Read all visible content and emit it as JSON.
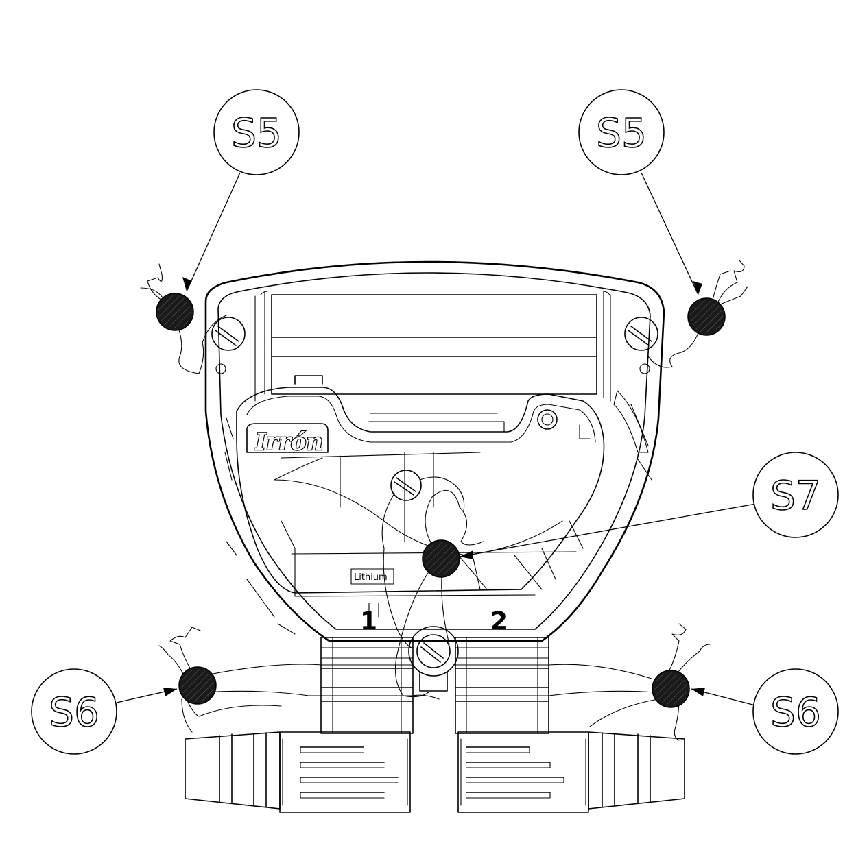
{
  "callouts": {
    "s5_left": "S5",
    "s5_right": "S5",
    "s7": "S7",
    "s6_left": "S6",
    "s6_right": "S6"
  },
  "port_labels": {
    "port_1": "1",
    "port_2": "2"
  },
  "device": {
    "brand": "Irrón",
    "battery_label": "Lithium"
  },
  "colors": {
    "line": "#000000",
    "seal": "#1a1a1a",
    "background": "#ffffff"
  }
}
